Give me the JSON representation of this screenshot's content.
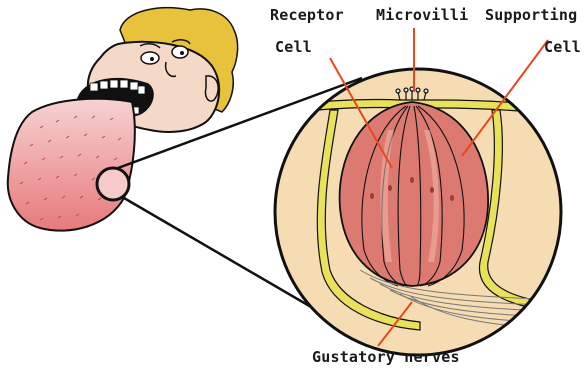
{
  "labels": {
    "receptor_line1": "Receptor",
    "receptor_line2": "Cell",
    "microvilli": "Microvilli",
    "supporting_line1": "Supporting",
    "supporting_line2": "Cell",
    "gustatory": "Gustatory nerves"
  },
  "colors": {
    "hair": "#e8c23a",
    "skin": "#f3d9c6",
    "tongue": "#ec8e8e",
    "tissue": "#f6dcb2",
    "cell": "#dc7a72",
    "membrane": "#e8e25a",
    "outline": "#111111"
  }
}
